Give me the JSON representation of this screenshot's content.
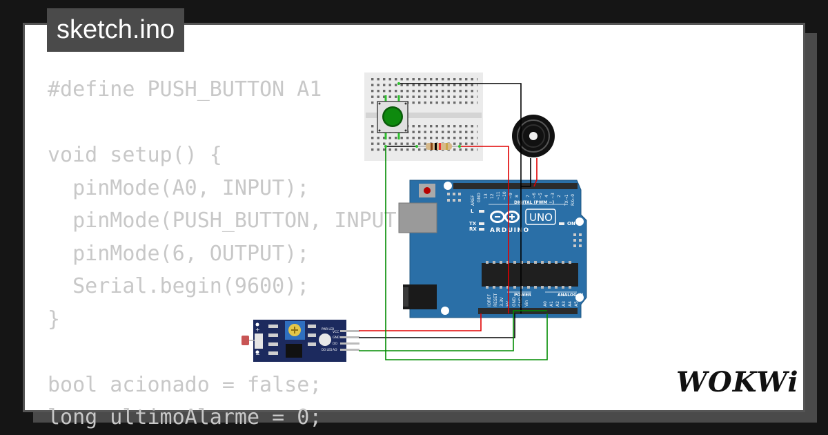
{
  "file_tab": {
    "title": "sketch.ino"
  },
  "code": {
    "lines": [
      "#define PUSH_BUTTON A1",
      "",
      "void setup() {",
      "  pinMode(A0, INPUT);",
      "  pinMode(PUSH_BUTTON, INPUT);",
      "  pinMode(6, OUTPUT);",
      "  Serial.begin(9600);",
      "}",
      "",
      "bool acionado = false;",
      "long ultimoAlarme = 0;"
    ]
  },
  "board": {
    "brand": "ARDUINO",
    "model": "UNO",
    "digital_header": "DIGITAL (PWM ~)",
    "power_header": "POWER",
    "analog_header": "ANALOG IN",
    "on_label": "ON",
    "led_l": "L",
    "led_tx": "TX",
    "led_rx": "RX",
    "aref": "AREF",
    "gnd": "GND",
    "pin_13": "13",
    "pin_12": "12",
    "pin_11": "~11",
    "pin_10": "~10",
    "pin_9": "~9",
    "pin_8": "8",
    "pin_7": "7",
    "pin_6": "~6",
    "pin_5": "~5",
    "pin_4": "4",
    "pin_3": "~3",
    "pin_2": "2",
    "pin_1": "TX→1",
    "pin_0": "RX←0",
    "ioref": "IOREF",
    "reset": "RESET",
    "v33": "3.3V",
    "v5": "5V",
    "gnd1": "GND",
    "gnd2": "GND",
    "vin": "Vin",
    "a0": "A0",
    "a1": "A1",
    "a2": "A2",
    "a3": "A3",
    "a4": "A4",
    "a5": "A5"
  },
  "sensor": {
    "pin_vcc": "VCC",
    "pin_gnd": "GND",
    "pin_do": "DO",
    "pin_ao": "AO",
    "pwr_led": "PWR LED",
    "do_led": "DO LED",
    "plus": "+",
    "minus": "−"
  },
  "logo": {
    "text": "WOKWi"
  },
  "colors": {
    "wire_red": "#e00000",
    "wire_black": "#000000",
    "wire_green": "#008c00",
    "board_blue": "#2a6fa7",
    "button_green": "#0e8a0e"
  }
}
